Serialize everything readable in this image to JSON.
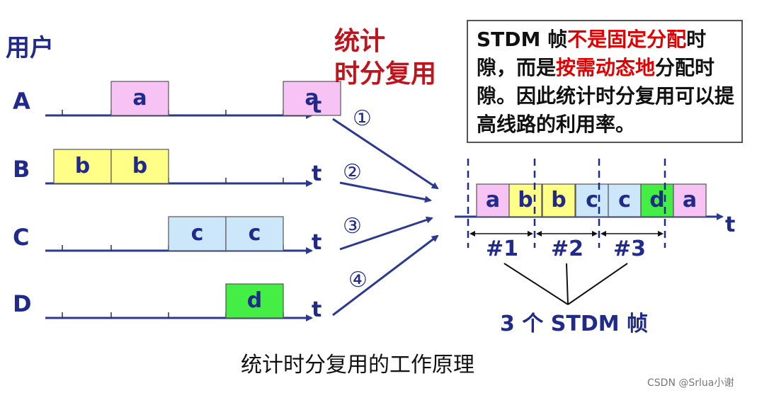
{
  "left_panel": {
    "title": "用户",
    "users": [
      {
        "name": "A",
        "time_label": "t",
        "slots": [
          {
            "text": "a",
            "color": "#f7c3f5",
            "start": 1,
            "end": 2
          },
          {
            "text": "a",
            "color": "#f7c3f5",
            "start": 4,
            "end": 5
          }
        ]
      },
      {
        "name": "B",
        "time_label": "t",
        "slots": [
          {
            "text": "b",
            "color": "#ffff88",
            "start": 0,
            "end": 1
          },
          {
            "text": "b",
            "color": "#ffff88",
            "start": 1,
            "end": 2
          }
        ]
      },
      {
        "name": "C",
        "time_label": "t",
        "slots": [
          {
            "text": "c",
            "color": "#cce7fa",
            "start": 2,
            "end": 3
          },
          {
            "text": "c",
            "color": "#cce7fa",
            "start": 3,
            "end": 4
          }
        ]
      },
      {
        "name": "D",
        "time_label": "t",
        "slots": [
          {
            "text": "d",
            "color": "#44ee44",
            "start": 3,
            "end": 4
          }
        ]
      }
    ]
  },
  "method_title": [
    "统计",
    "时分复用"
  ],
  "channels": [
    "①",
    "②",
    "③",
    "④"
  ],
  "note": {
    "parts": [
      {
        "text": "STDM 帧",
        "red": false
      },
      {
        "text": "不是固定分配",
        "red": true
      },
      {
        "text": "时隙，而是",
        "red": false
      },
      {
        "text": "按需动态地",
        "red": true
      },
      {
        "text": "分配时隙。因此统计时分复用可以提高线路的利用率。",
        "red": false
      }
    ]
  },
  "output": {
    "time_label": "t",
    "slots": [
      {
        "text": "a",
        "color": "#f7c3f5"
      },
      {
        "text": "b",
        "color": "#ffff88"
      },
      {
        "text": "b",
        "color": "#ffff88"
      },
      {
        "text": "c",
        "color": "#cce7fa"
      },
      {
        "text": "c",
        "color": "#cce7fa"
      },
      {
        "text": "d",
        "color": "#44ee44"
      },
      {
        "text": "a",
        "color": "#f7c3f5"
      }
    ],
    "frames": [
      "#1",
      "#2",
      "#3"
    ],
    "frame_count_label": "3 个 STDM 帧"
  },
  "caption": "统计时分复用的工作原理",
  "watermark": "CSDN @Srlua小谢",
  "colors": {
    "ink": "#1f2a8a",
    "accent": "#c0141c",
    "highlight": "#e00000"
  }
}
